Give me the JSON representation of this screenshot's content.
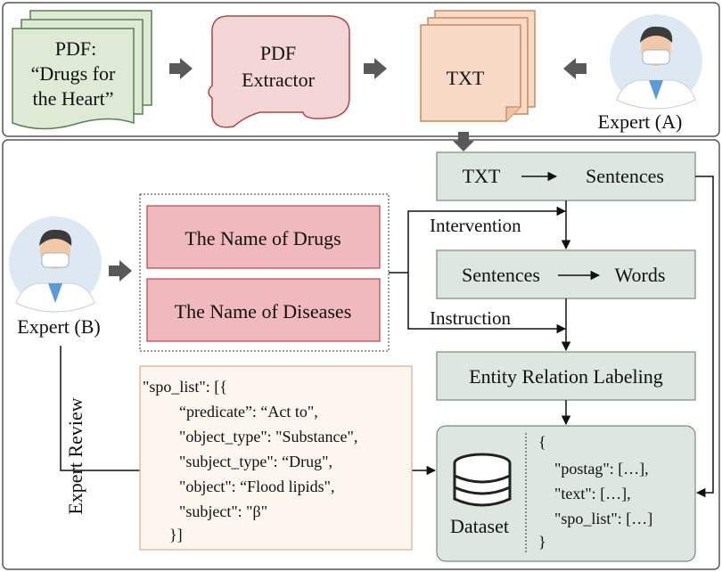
{
  "pdf_label_lines": [
    "PDF:",
    "“Drugs for",
    "the Heart”"
  ],
  "extractor_lines": [
    "PDF",
    "Extractor"
  ],
  "txt_label": "TXT",
  "expert_a": "Expert (A)",
  "expert_b": "Expert (B)",
  "drugs_box": "The Name of Drugs",
  "diseases_box": "The Name of Diseases",
  "step1": {
    "from": "TXT",
    "to": "Sentences"
  },
  "step2": {
    "from": "Sentences",
    "to": "Words"
  },
  "intervention": "Intervention",
  "instruction": "Instruction",
  "labeling": "Entity Relation Labeling",
  "expert_review": "Expert Review",
  "spo_lines": [
    "\"spo_list\": [{",
    "“predicate”: “Act to\",",
    "\"object_type\": \"Substance\",",
    "\"subject_type\": “Drug\",",
    "\"object\": “Flood lipids\",",
    "\"subject\": \"β\"",
    "}]"
  ],
  "dataset_label": "Dataset",
  "dataset_json_lines": [
    "{",
    "\"postag\": […],",
    "\"text\": […],",
    "\"spo_list\": […]",
    "}"
  ],
  "colors": {
    "pdf_fill": "#dfead6",
    "pdf_stroke": "#5b7f4f",
    "extractor_fill": "#f5d6d6",
    "extractor_stroke": "#a84747",
    "txt_fill": "#f7d9c6",
    "txt_stroke": "#c9875e",
    "step_fill": "#dde6df",
    "step_stroke": "#7a8a80",
    "name_fill": "#efb9bd",
    "name_stroke": "#b3454e",
    "arrow": "#595959"
  }
}
